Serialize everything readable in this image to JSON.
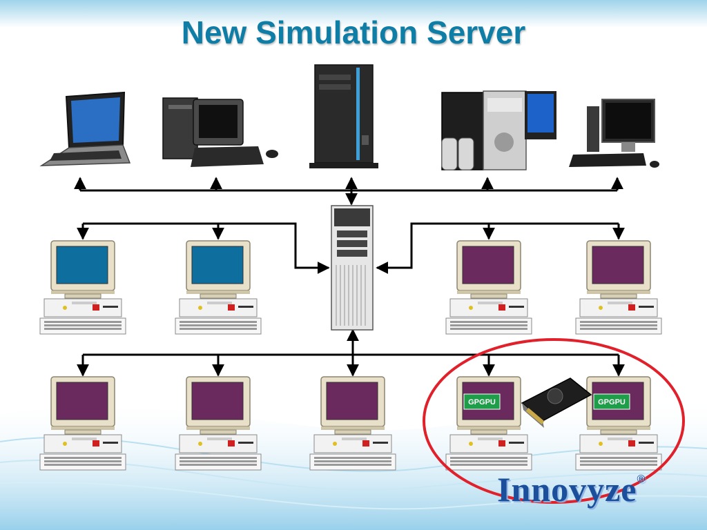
{
  "slide": {
    "title": "New Simulation Server",
    "logo_text": "Innovyze",
    "logo_mark": "®"
  },
  "colors": {
    "title": "#0f7ea6",
    "highlight_ring": "#e0202a",
    "badge": "#1f9e4a",
    "screen_blue": "#0e6e9e",
    "screen_purple": "#6a2a5e",
    "logo": "#1b4f9c"
  },
  "nodes": {
    "clients": [
      {
        "name": "laptop",
        "kind": "laptop"
      },
      {
        "name": "desktop-crt",
        "kind": "desktop-crt"
      },
      {
        "name": "tower-server",
        "kind": "tower"
      },
      {
        "name": "desktop-speakers",
        "kind": "desktop-speakers"
      },
      {
        "name": "desktop-flat",
        "kind": "desktop-flat"
      }
    ],
    "server": {
      "name": "simulation-server",
      "kind": "tower-server"
    },
    "workers_row1": [
      {
        "screen": "blue"
      },
      {
        "screen": "blue"
      },
      {
        "screen": "purple"
      },
      {
        "screen": "purple"
      }
    ],
    "workers_row2": [
      {
        "screen": "purple",
        "badge": ""
      },
      {
        "screen": "purple",
        "badge": ""
      },
      {
        "screen": "purple",
        "badge": ""
      },
      {
        "screen": "purple",
        "badge": "GPGPU"
      },
      {
        "screen": "purple",
        "badge": "GPGPU"
      }
    ],
    "gpu_card": {
      "name": "gpu-card"
    }
  }
}
